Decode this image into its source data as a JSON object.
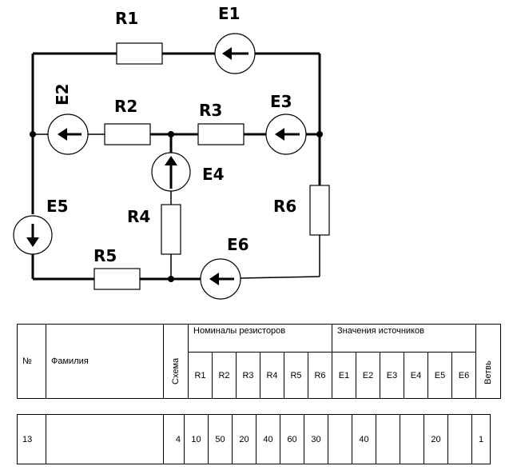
{
  "circuit": {
    "labels": {
      "r1": "R1",
      "r2": "R2",
      "r3": "R3",
      "r4": "R4",
      "r5": "R5",
      "r6": "R6",
      "e1": "E1",
      "e2": "E2",
      "e3": "E3",
      "e4": "E4",
      "e5": "E5",
      "e6": "E6"
    }
  },
  "table": {
    "header": {
      "num": "№",
      "surname": "Фамилия",
      "scheme": "Схема",
      "resistors_group": "Номиналы резисторов",
      "sources_group": "Значения источников",
      "branch": "Ветвь",
      "resistor_cols": [
        "R1",
        "R2",
        "R3",
        "R4",
        "R5",
        "R6"
      ],
      "source_cols": [
        "E1",
        "E2",
        "E3",
        "E4",
        "E5",
        "E6"
      ]
    },
    "row": {
      "num": "13",
      "surname": "",
      "scheme": "4",
      "resistors": [
        "10",
        "50",
        "20",
        "40",
        "60",
        "30"
      ],
      "sources": [
        "",
        "40",
        "",
        "",
        "20",
        ""
      ],
      "branch": "1"
    }
  }
}
